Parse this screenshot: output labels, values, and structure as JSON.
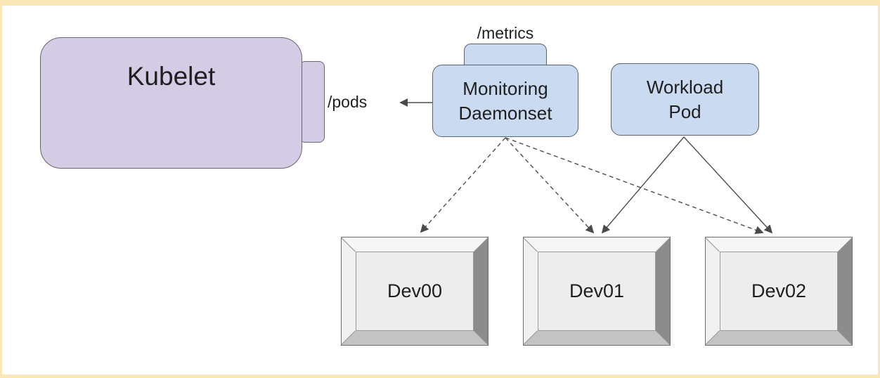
{
  "nodes": {
    "kubelet": {
      "label": "Kubelet",
      "fill": "#d4cbe5"
    },
    "monitoring_daemonset": {
      "label": "Monitoring\nDaemonset",
      "fill": "#c9daf1"
    },
    "workload_pod": {
      "label": "Workload\nPod",
      "fill": "#c9daf1"
    }
  },
  "endpoint_labels": {
    "pods": "/pods",
    "metrics": "/metrics"
  },
  "devices": [
    {
      "label": "Dev00"
    },
    {
      "label": "Dev01"
    },
    {
      "label": "Dev02"
    }
  ],
  "edges": [
    {
      "from": "monitoring_daemonset",
      "to": "kubelet",
      "via_label": "/pods",
      "style": "solid-arrow"
    },
    {
      "from": "monitoring_daemonset",
      "to": "Dev00",
      "style": "dashed-arrow"
    },
    {
      "from": "monitoring_daemonset",
      "to": "Dev01",
      "style": "dashed-arrow"
    },
    {
      "from": "monitoring_daemonset",
      "to": "Dev02",
      "style": "dashed-arrow"
    },
    {
      "from": "workload_pod",
      "to": "Dev01",
      "style": "solid-arrow"
    },
    {
      "from": "workload_pod",
      "to": "Dev02",
      "style": "solid-arrow"
    }
  ],
  "colors": {
    "frame_border": "#fae8b8",
    "background": "#ffffff",
    "kubelet_fill": "#d4cbe5",
    "pod_fill": "#c9daf1",
    "node_border": "#5d6270",
    "connector": "#4d4d4d",
    "device_panel": "#ededed",
    "device_bevel_dark": "#8c8c8c"
  }
}
